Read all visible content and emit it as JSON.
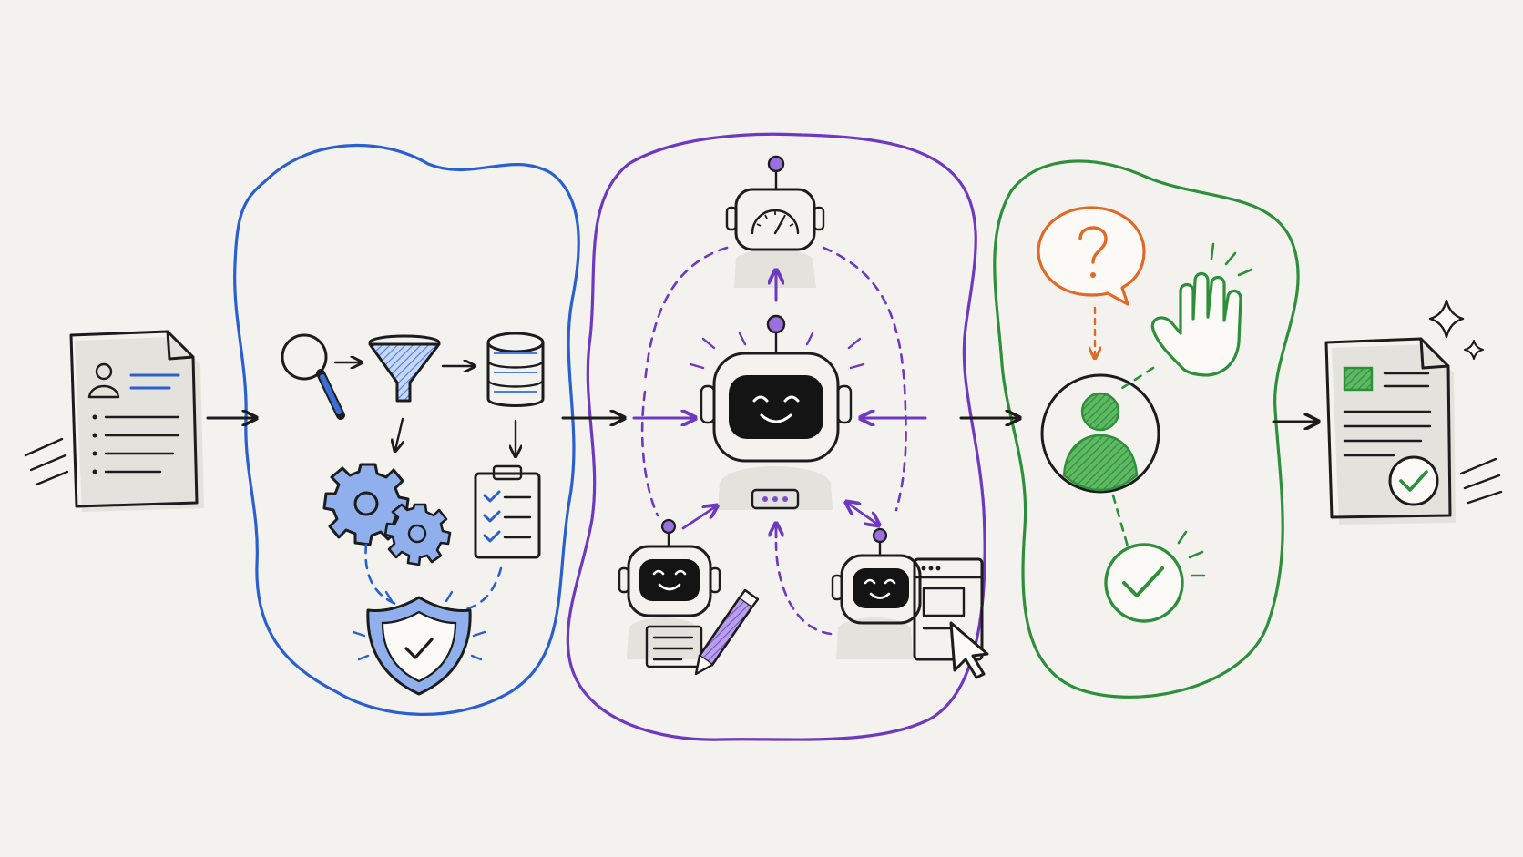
{
  "colors": {
    "background": "#f3f2ee",
    "ink": "#1c1c1c",
    "blue": "#2a5fd0",
    "blue_fill": "#8fb0ec",
    "purple": "#6e38c0",
    "purple_fill": "#9a6fe0",
    "green": "#2e8f3a",
    "green_fill": "#3e9e47",
    "orange": "#e06a25"
  },
  "groups": [
    {
      "name": "preprocessing-cluster",
      "outline_color": "#2a5fd0",
      "icons": [
        "search-icon",
        "funnel-icon",
        "database-icon",
        "gears-icon",
        "checklist-icon",
        "shield-check-icon"
      ]
    },
    {
      "name": "agents-cluster",
      "outline_color": "#6e38c0",
      "icons": [
        "monitor-robot-icon",
        "orchestrator-robot-icon",
        "writer-robot-icon",
        "browser-robot-icon"
      ]
    },
    {
      "name": "human-review-cluster",
      "outline_color": "#2e8f3a",
      "icons": [
        "question-bubble-icon",
        "raised-hand-icon",
        "person-icon",
        "approval-check-icon"
      ]
    }
  ],
  "endpoints": {
    "input": "resume-document-icon",
    "output": "approved-document-icon"
  }
}
